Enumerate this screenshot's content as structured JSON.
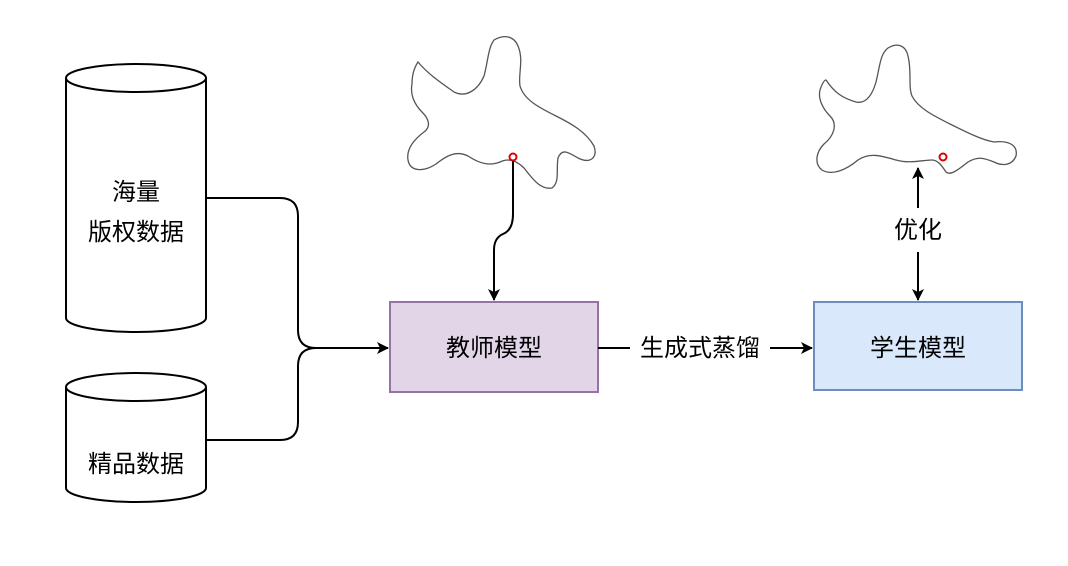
{
  "diagram": {
    "sources": {
      "massive": {
        "line1": "海量",
        "line2": "版权数据"
      },
      "premium": {
        "label": "精品数据"
      }
    },
    "teacher": {
      "label": "教师模型",
      "fill": "#e1d5e7",
      "stroke": "#9673a6"
    },
    "student": {
      "label": "学生模型",
      "fill": "#dae8fc",
      "stroke": "#6c8ebf"
    },
    "distill_edge": {
      "label": "生成式蒸馏"
    },
    "optimize_edge": {
      "label": "优化"
    },
    "colors": {
      "line": "#000000",
      "point": "#e00000",
      "landscape": "#555555"
    }
  }
}
